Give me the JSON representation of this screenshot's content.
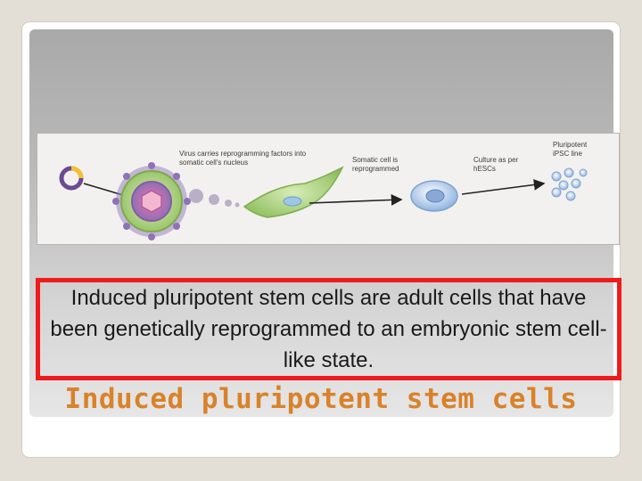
{
  "slide": {
    "title": "Induced pluripotent stem cells",
    "caption": "Induced pluripotent stem cells are adult cells that have been genetically reprogrammed to an embryonic stem cell-like state."
  },
  "figure": {
    "labels": {
      "virus": "Virus carries reprogramming factors into somatic cell's nucleus",
      "somatic": "Somatic cell is reprogrammed",
      "culture": "Culture as per hESCs",
      "ipsc": "Pluripotent iPSC line"
    }
  },
  "colors": {
    "caption_border": "#ee1c1c",
    "title": "#d9822a",
    "virus_ring": "#7b64a8",
    "cell_green": "#a8cf78",
    "ipsc_blue": "#8fb6de"
  }
}
